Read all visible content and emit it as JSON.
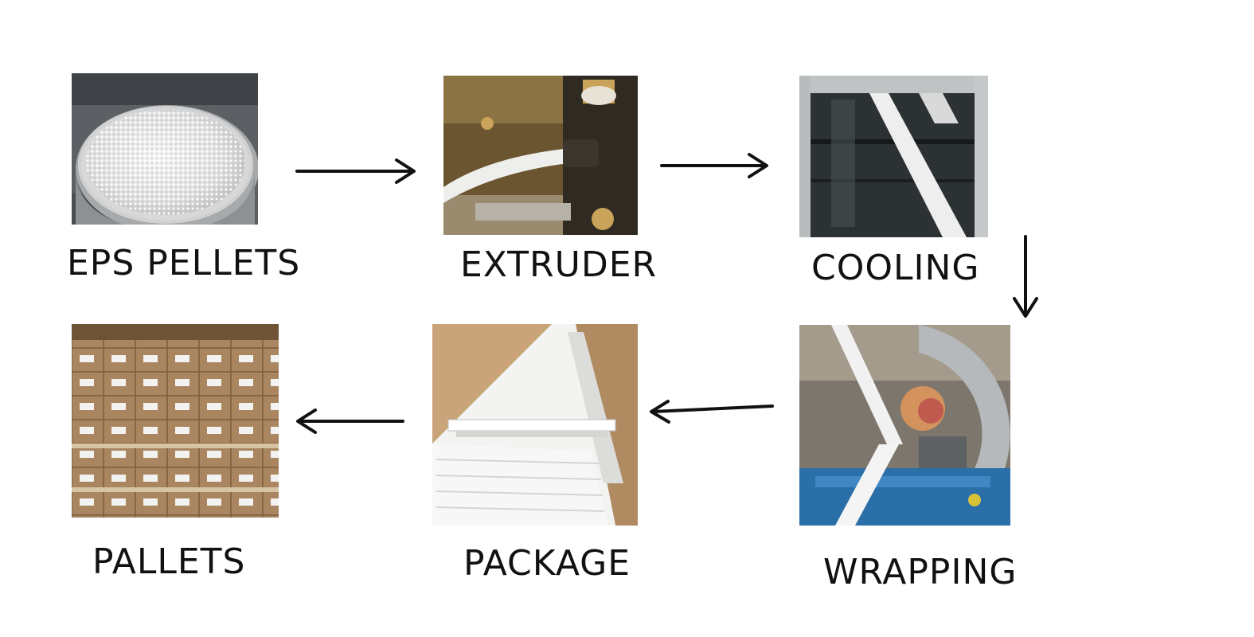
{
  "stages": [
    {
      "label": "EPS PELLETS",
      "photo": "eps-pellets-bin-photo"
    },
    {
      "label": "EXTRUDER",
      "photo": "extruder-die-photo"
    },
    {
      "label": "COOLING",
      "photo": "cooling-tank-photo"
    },
    {
      "label": "WRAPPING",
      "photo": "wrapping-machine-photo"
    },
    {
      "label": "PACKAGE",
      "photo": "packaged-profiles-photo"
    },
    {
      "label": "PALLETS",
      "photo": "stacked-cartons-photo"
    }
  ],
  "colors": {
    "text": "#111111",
    "arrow": "#111111",
    "background": "#ffffff"
  }
}
